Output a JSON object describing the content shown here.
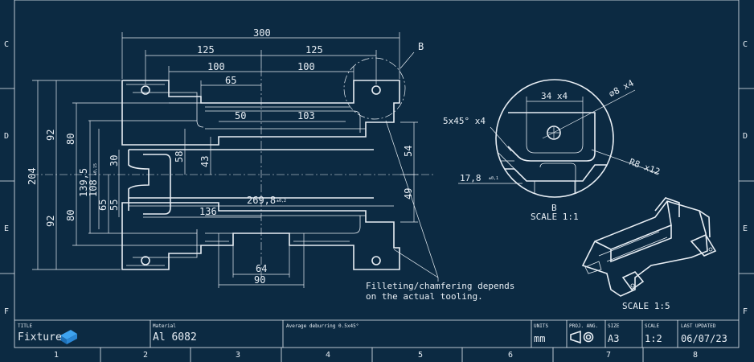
{
  "zones_rows": [
    "C",
    "D",
    "E",
    "F"
  ],
  "zones_cols": [
    "1",
    "2",
    "3",
    "4",
    "5",
    "6",
    "7",
    "8"
  ],
  "dimensions": {
    "d300": "300",
    "d125a": "125",
    "d125b": "125",
    "d100a": "100",
    "d100b": "100",
    "d65": "65",
    "d50": "50",
    "d103": "103",
    "d204": "204",
    "d92a": "92",
    "d92b": "92",
    "d80a": "80",
    "d80b": "80",
    "d139": "139,5",
    "d108": "108",
    "d108tol": "±0,15",
    "d30": "30",
    "d65b": "65",
    "d55": "55",
    "d58": "58",
    "d43": "43",
    "d54": "54",
    "d49": "49",
    "d269": "269,8",
    "d269tol": "±0,2",
    "d136": "136",
    "d64": "64",
    "d90": "90"
  },
  "detail": {
    "callout": "B",
    "d34": "34 x4",
    "dhole": "⌀8 x4",
    "chamfer": "5x45° x4",
    "fillet": "R8 x12",
    "d178": "17,8",
    "d178tol": "±0,1",
    "label": "B",
    "scale": "SCALE 1:1"
  },
  "iso_scale": "SCALE 1:5",
  "note_line1": "Filleting/chamfering depends",
  "note_line2": "on the actual tooling.",
  "title_block": {
    "title_label": "TITLE",
    "title": "Fixture",
    "material_label": "Material",
    "material": "Al 6082",
    "note": "Average deburring 0.5x45°",
    "units_label": "UNITS",
    "units": "mm",
    "proj_label": "PROJ. ANG.",
    "size_label": "SIZE",
    "size": "A3",
    "scale_label": "SCALE",
    "scale": "1:2",
    "updated_label": "LAST UPDATED",
    "updated": "06/07/23"
  },
  "colors": {
    "background": "#0c2a42",
    "ink": "#e8eef4",
    "logo": "#3ea3f0"
  }
}
